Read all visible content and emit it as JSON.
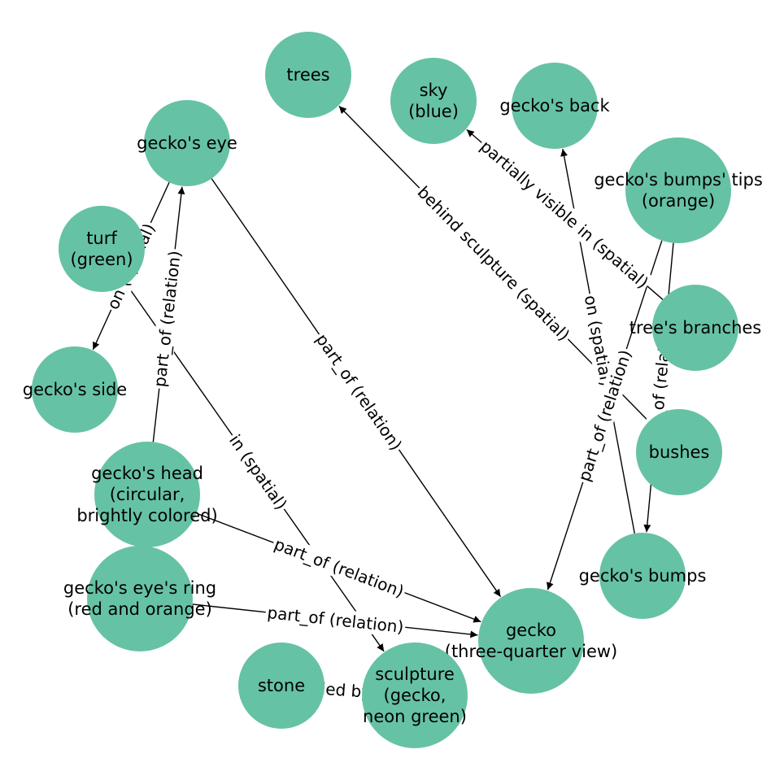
{
  "graph": {
    "node_color": "#66c2a5",
    "edge_color": "#000000",
    "nodes": [
      {
        "id": "trees",
        "lines": [
          "trees"
        ]
      },
      {
        "id": "sky",
        "lines": [
          "sky",
          "(blue)"
        ]
      },
      {
        "id": "gecko_back",
        "lines": [
          "gecko's back"
        ]
      },
      {
        "id": "gecko_eye",
        "lines": [
          "gecko's eye"
        ]
      },
      {
        "id": "bumps_tips",
        "lines": [
          "gecko's bumps' tips",
          "(orange)"
        ]
      },
      {
        "id": "turf",
        "lines": [
          "turf",
          "(green)"
        ]
      },
      {
        "id": "tree_branches",
        "lines": [
          "tree's branches"
        ]
      },
      {
        "id": "gecko_side",
        "lines": [
          "gecko's side"
        ]
      },
      {
        "id": "bushes",
        "lines": [
          "bushes"
        ]
      },
      {
        "id": "gecko_head",
        "lines": [
          "gecko's head",
          "(circular,",
          "brightly colored)"
        ]
      },
      {
        "id": "gecko_bumps",
        "lines": [
          "gecko's bumps"
        ]
      },
      {
        "id": "eye_ring",
        "lines": [
          "gecko's eye's ring",
          "(red and orange)"
        ]
      },
      {
        "id": "gecko",
        "lines": [
          "gecko",
          "(three-quarter view)"
        ]
      },
      {
        "id": "stone",
        "lines": [
          "stone"
        ]
      },
      {
        "id": "sculpture",
        "lines": [
          "sculpture",
          "(gecko,",
          "neon green)"
        ]
      }
    ],
    "edges": [
      {
        "from": "gecko_eye",
        "to": "gecko_side",
        "label": "on (spatial)"
      },
      {
        "from": "gecko_eye",
        "to": "gecko",
        "label": "part_of (relation)"
      },
      {
        "from": "gecko_head",
        "to": "gecko_eye",
        "label": "part_of (relation)"
      },
      {
        "from": "gecko_head",
        "to": "gecko",
        "label": "part_of (relation)"
      },
      {
        "from": "eye_ring",
        "to": "gecko",
        "label": "part_of (relation)"
      },
      {
        "from": "turf",
        "to": "sculpture",
        "label": "in (spatial)"
      },
      {
        "from": "bushes",
        "to": "trees",
        "label": "behind sculpture (spatial)"
      },
      {
        "from": "tree_branches",
        "to": "sky",
        "label": "partially visible in (spatial)"
      },
      {
        "from": "gecko_bumps",
        "to": "gecko_back",
        "label": "on (spatial)"
      },
      {
        "from": "bumps_tips",
        "to": "gecko",
        "label": "part_of (relation)"
      },
      {
        "from": "bumps_tips",
        "to": "gecko_bumps",
        "label": "part_of (relation)"
      },
      {
        "from": "stone",
        "to": "sculpture",
        "label": "surrounded by (spatial)"
      }
    ]
  }
}
